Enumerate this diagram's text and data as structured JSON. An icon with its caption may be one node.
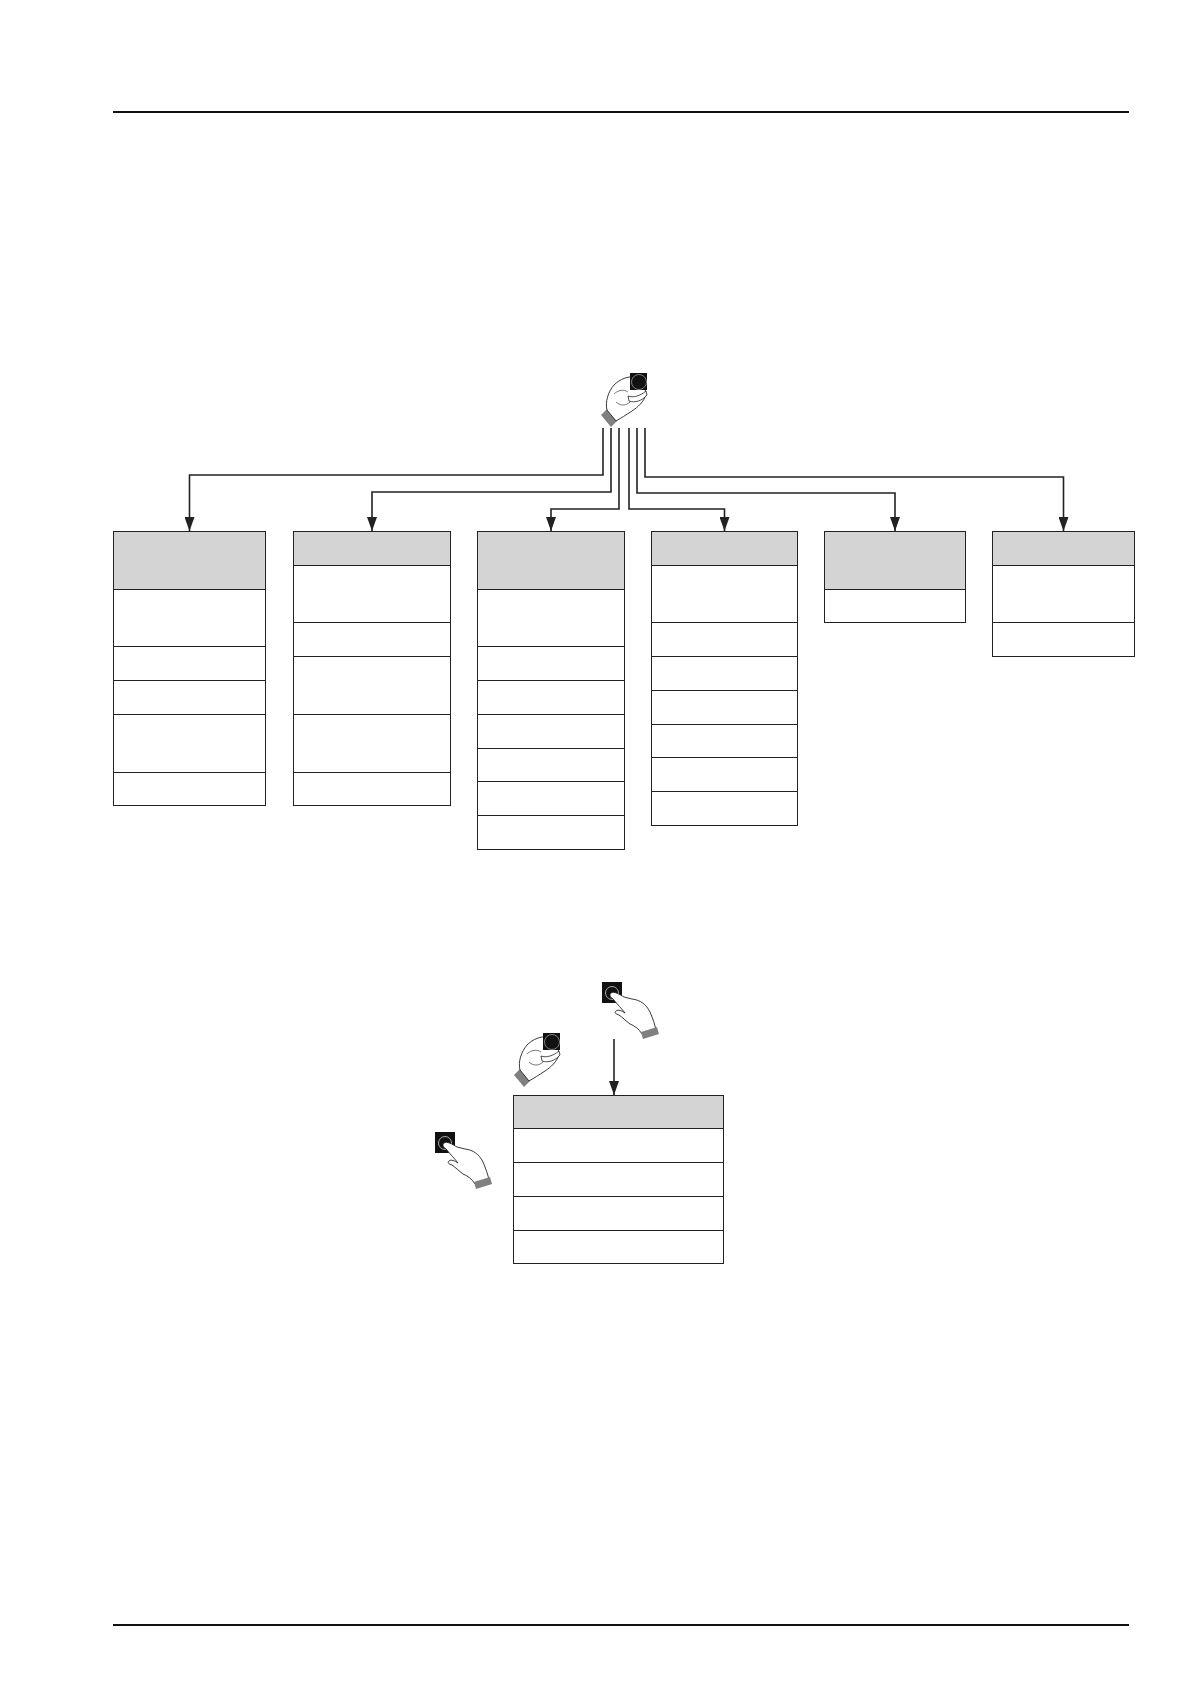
{
  "diagram": {
    "nodes": [
      {
        "text": [],
        "shape": "picture"
      },
      {
        "text": [],
        "shape": "box"
      },
      {
        "text": [],
        "shape": "box",
        "in": 1
      },
      {
        "text": [],
        "shape": "box",
        "in": 1
      },
      {
        "text": [],
        "shape": "box",
        "in": 1
      },
      {
        "text": [],
        "shape": "box",
        "in": 1
      },
      {
        "text": [],
        "shape": "box",
        "in": 1
      },
      {
        "text": [],
        "shape": "box",
        "in": 1
      },
      {
        "text": [],
        "shape": "box"
      },
      {
        "text": [],
        "shape": "box",
        "in": 8
      },
      {
        "text": [],
        "shape": "box",
        "in": 8
      },
      {
        "text": [],
        "shape": "box",
        "in": 8
      },
      {
        "text": [],
        "shape": "box",
        "in": 8
      },
      {
        "text": [],
        "shape": "box",
        "in": 8
      },
      {
        "text": [],
        "shape": "box",
        "in": 8
      },
      {
        "text": [],
        "shape": "box"
      },
      {
        "text": [],
        "shape": "box",
        "in": 15
      },
      {
        "text": [],
        "shape": "box",
        "in": 15
      },
      {
        "text": [],
        "shape": "box",
        "in": 15
      },
      {
        "text": [],
        "shape": "box",
        "in": 15
      },
      {
        "text": [],
        "shape": "box",
        "in": 15
      },
      {
        "text": [],
        "shape": "box",
        "in": 15
      },
      {
        "text": [],
        "shape": "box",
        "in": 15
      },
      {
        "text": [],
        "shape": "box",
        "in": 15
      },
      {
        "text": [],
        "shape": "box"
      },
      {
        "text": [],
        "shape": "box",
        "in": 24
      },
      {
        "text": [],
        "shape": "box",
        "in": 24
      },
      {
        "text": [],
        "shape": "box",
        "in": 24
      },
      {
        "text": [],
        "shape": "box",
        "in": 24
      },
      {
        "text": [],
        "shape": "box",
        "in": 24
      },
      {
        "text": [],
        "shape": "box",
        "in": 24
      },
      {
        "text": [],
        "shape": "box",
        "in": 24
      },
      {
        "text": [],
        "shape": "box",
        "in": 24
      },
      {
        "text": [],
        "shape": "box"
      },
      {
        "text": [],
        "shape": "box",
        "in": 33
      },
      {
        "text": [],
        "shape": "box",
        "in": 33
      },
      {
        "text": [],
        "shape": "box"
      },
      {
        "text": [],
        "shape": "box",
        "in": 36
      },
      {
        "text": [],
        "shape": "box",
        "in": 36
      },
      {
        "text": [],
        "shape": "box",
        "in": 36
      },
      {
        "text": [],
        "shape": "picture"
      },
      {
        "text": [],
        "shape": "picture"
      },
      {
        "text": [],
        "shape": "picture"
      },
      {
        "text": [],
        "shape": "box"
      },
      {
        "text": [],
        "shape": "box",
        "in": 43
      },
      {
        "text": [],
        "shape": "box",
        "in": 43
      },
      {
        "text": [],
        "shape": "box",
        "in": 43
      },
      {
        "text": [],
        "shape": "box",
        "in": 43
      },
      {
        "text": [],
        "shape": "box",
        "in": 43
      }
    ],
    "edges": [
      {
        "from": 0,
        "to": 1,
        "arrow": "to"
      },
      {
        "from": 0,
        "to": 8,
        "arrow": "to"
      },
      {
        "from": 0,
        "to": 15,
        "arrow": "to"
      },
      {
        "from": 0,
        "to": 24,
        "arrow": "to"
      },
      {
        "from": 0,
        "to": 33,
        "arrow": "to"
      },
      {
        "from": 0,
        "to": 36,
        "arrow": "to"
      },
      {
        "from": 40,
        "to": 43,
        "arrow": "to"
      }
    ]
  }
}
